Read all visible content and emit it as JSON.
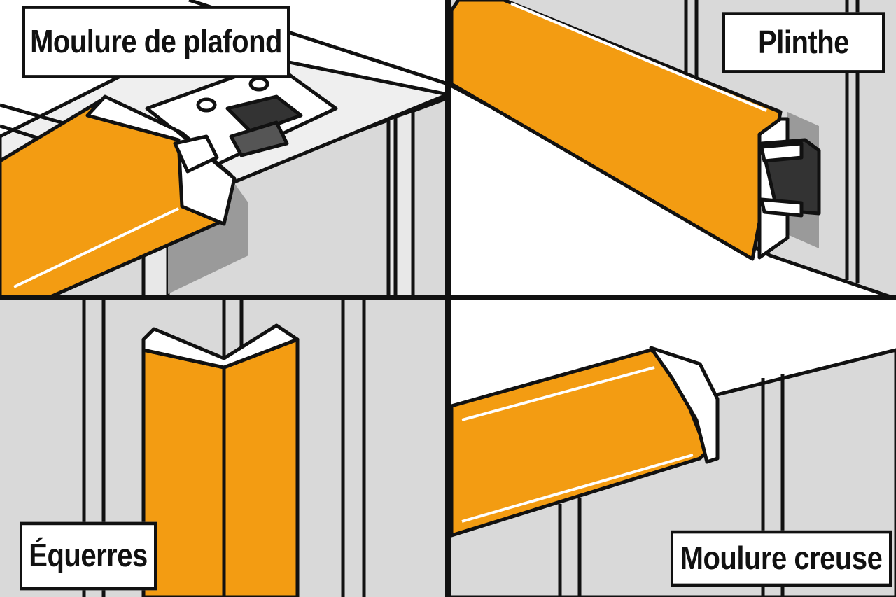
{
  "colors": {
    "orange": "#F39C12",
    "outline": "#111111",
    "wall_light": "#DADADA",
    "wall_mid": "#C8C8C8",
    "shadow": "#9A9A9A",
    "white": "#FFFFFF"
  },
  "panels": [
    {
      "id": "ceiling",
      "label": "Moulure de plafond"
    },
    {
      "id": "plinth",
      "label": "Plinthe"
    },
    {
      "id": "corner",
      "label": "Équerres"
    },
    {
      "id": "cove",
      "label": "Moulure creuse"
    }
  ]
}
